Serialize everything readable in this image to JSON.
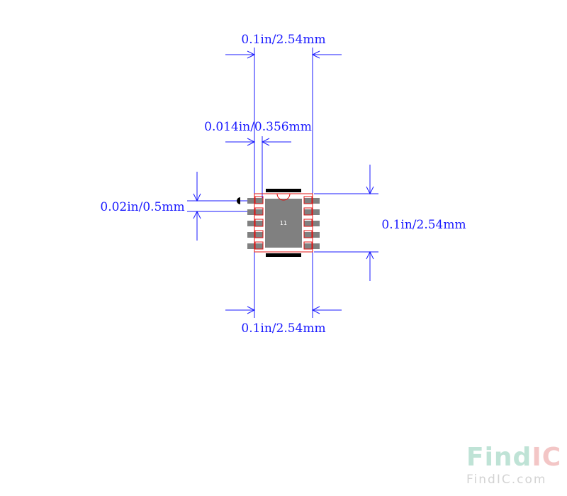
{
  "dimensions": {
    "top_pitch": "0.1in/2.54mm",
    "pad_width": "0.014in/0.356mm",
    "pad_height": "0.02in/0.5mm",
    "row_spacing": "0.1in/2.54mm",
    "bottom_pitch": "0.1in/2.54mm"
  },
  "component": {
    "center_label": "11"
  },
  "watermark": {
    "logo_text_green": "Find",
    "logo_text_red": "IC",
    "url": "FindIC.com"
  },
  "colors": {
    "dimension": "#1a1aff",
    "outline": "#e01010",
    "body": "#808080",
    "pad": "#808080",
    "bar": "#000000"
  }
}
